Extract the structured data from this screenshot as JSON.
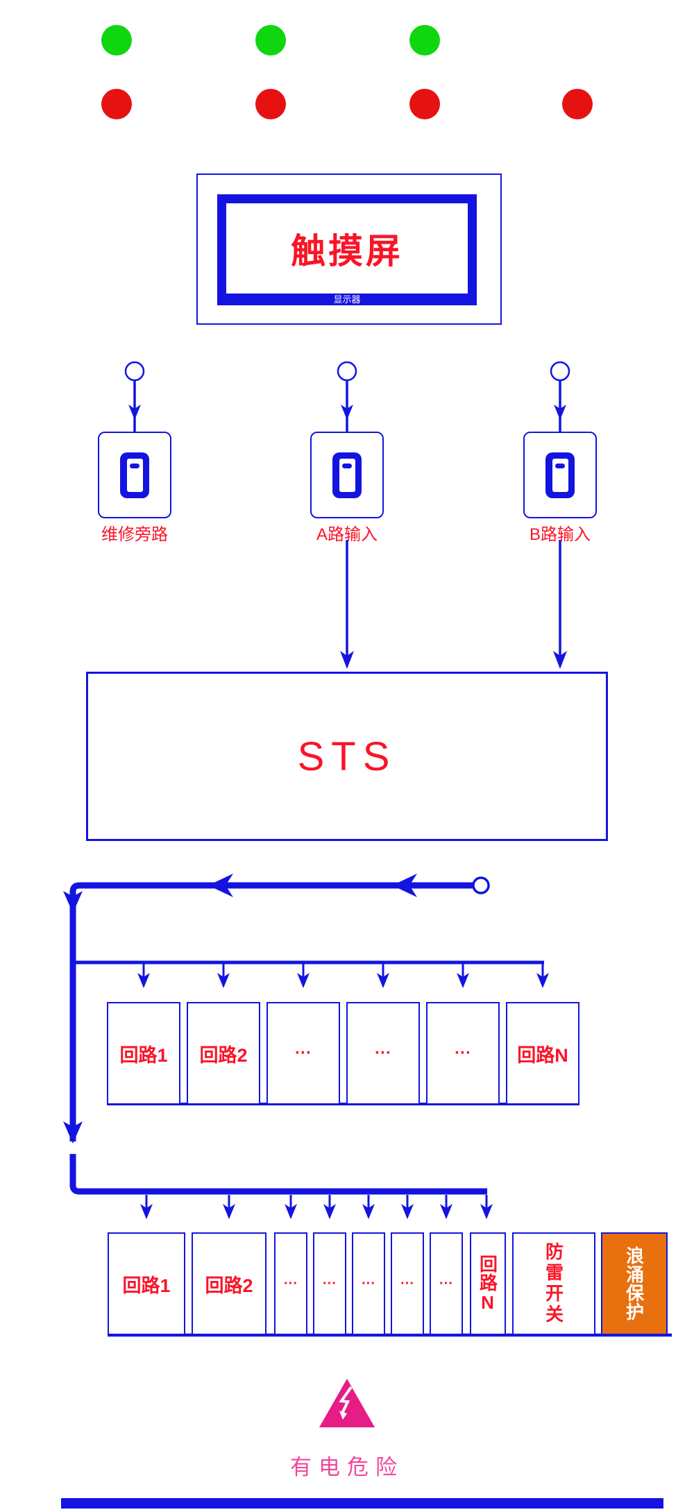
{
  "colors": {
    "line_blue": "#1414E0",
    "text_red": "#FA1428",
    "light_green": "#0FD60F",
    "light_red": "#E61212",
    "surge_orange": "#E8700F",
    "warning_pink": "#E61C87",
    "warning_text_pink": "#F0489B"
  },
  "indicator_lights": {
    "row1": [
      "green",
      "green",
      "green"
    ],
    "row2": [
      "red",
      "red",
      "red",
      "red"
    ]
  },
  "touchscreen": {
    "title": "触摸屏",
    "subtitle": "显示器"
  },
  "inputs": [
    {
      "label": "维修旁路"
    },
    {
      "label": "A路输入"
    },
    {
      "label": "B路输入"
    }
  ],
  "sts": {
    "label": "STS"
  },
  "row1": {
    "circuits": [
      "回路1",
      "回路2",
      "···",
      "···",
      "···",
      "回路N"
    ]
  },
  "row2": {
    "circuits": [
      "回路1",
      "回路2",
      "···",
      "···",
      "···",
      "···",
      "···",
      "回路N"
    ],
    "lightning_switch": "防雷开关",
    "surge_protector": "浪涌保护"
  },
  "warning": {
    "text": "有电危险"
  }
}
